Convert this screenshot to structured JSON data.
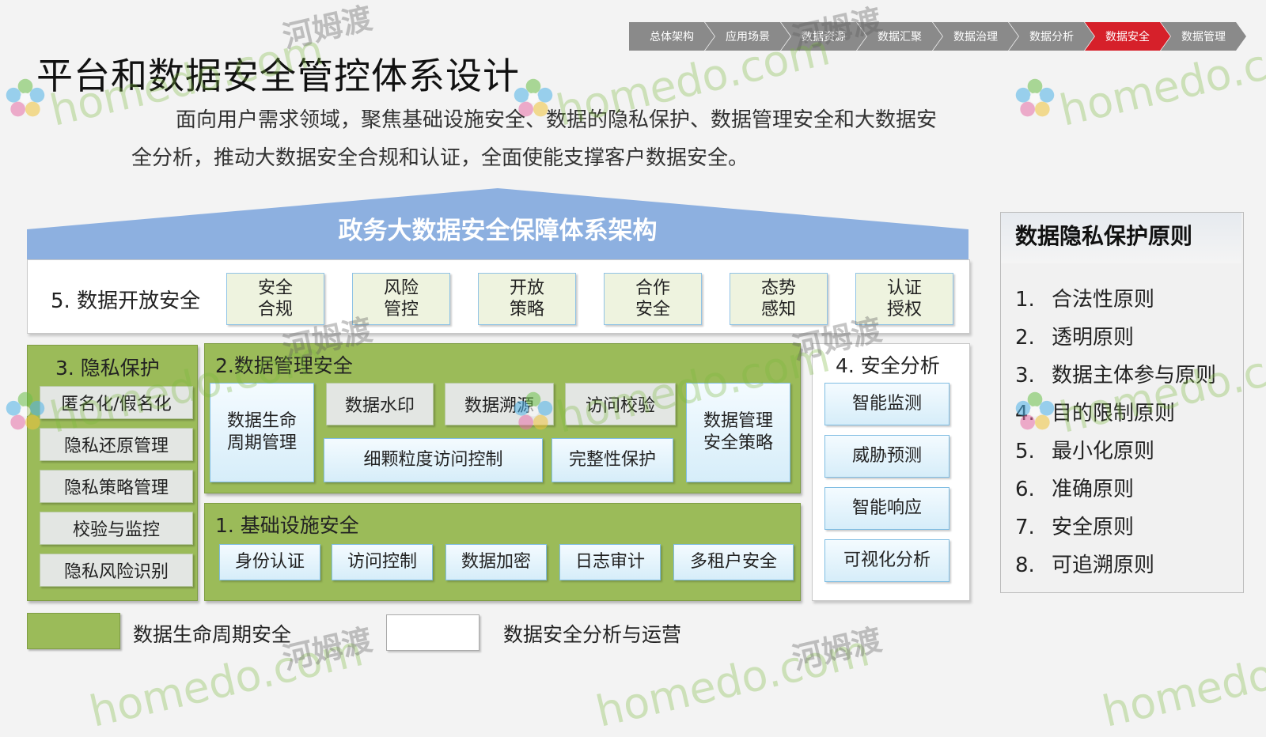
{
  "breadcrumb": [
    "总体架构",
    "应用场景",
    "数据资源",
    "数据汇聚",
    "数据治理",
    "数据分析",
    "数据安全",
    "数据管理"
  ],
  "active_crumb_index": 6,
  "title": "平台和数据安全管控体系设计",
  "subtitle": "面向用户需求领域，聚焦基础设施安全、数据的隐私保护、数据管理安全和大数据安全分析，推动大数据安全合规和认证，全面使能支撑客户数据安全。",
  "roof_title": "政务大数据安全保障体系架构",
  "open_security": {
    "label": "5. 数据开放安全",
    "items": [
      "安全\n合规",
      "风险\n管控",
      "开放\n策略",
      "合作\n安全",
      "态势\n感知",
      "认证\n授权"
    ]
  },
  "privacy": {
    "title": "3. 隐私保护",
    "items": [
      "匿名化/假名化",
      "隐私还原管理",
      "隐私策略管理",
      "校验与监控",
      "隐私风险识别"
    ]
  },
  "data_mgmt": {
    "title": "2.数据管理安全",
    "lifecycle": "数据生命\n周期管理",
    "watermark": "数据水印",
    "trace": "数据溯源",
    "access_check": "访问校验",
    "fine_access": "细颗粒度访问控制",
    "integrity": "完整性保护",
    "policy": "数据管理\n安全策略"
  },
  "infra": {
    "title": "1. 基础设施安全",
    "items": [
      "身份认证",
      "访问控制",
      "数据加密",
      "日志审计",
      "多租户安全"
    ]
  },
  "analysis": {
    "title": "4. 安全分析",
    "items": [
      "智能监测",
      "威胁预测",
      "智能响应",
      "可视化分析"
    ]
  },
  "principles": {
    "title": "数据隐私保护原则",
    "items": [
      {
        "num": "1.",
        "text": "合法性原则"
      },
      {
        "num": "2.",
        "text": "透明原则"
      },
      {
        "num": "3.",
        "text": "数据主体参与原则"
      },
      {
        "num": "4.",
        "text": "目的限制原则"
      },
      {
        "num": "5.",
        "text": "最小化原则"
      },
      {
        "num": "6.",
        "text": "准确原则"
      },
      {
        "num": "7.",
        "text": "安全原则"
      },
      {
        "num": "8.",
        "text": "可追溯原则"
      }
    ]
  },
  "legend": {
    "green_label": "数据生命周期安全",
    "white_label": "数据安全分析与运营"
  },
  "watermark": {
    "latin": "homedo.com",
    "cn": "河姆渡"
  },
  "colors": {
    "green": "#9bbb59",
    "roof": "#8db0e0",
    "active_crumb": "#d6202a",
    "crumb": "#8a8a8a"
  }
}
